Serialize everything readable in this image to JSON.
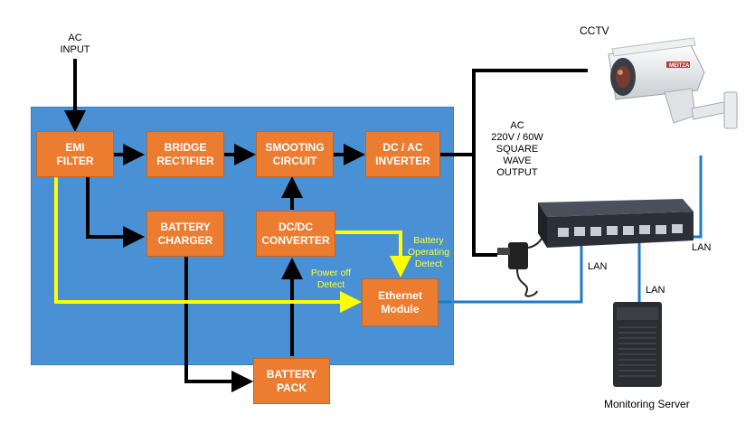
{
  "inputs": {
    "ac_input": "AC\nINPUT"
  },
  "blocks": {
    "emi_filter": "EMI\nFILTER",
    "bridge_rectifier": "BRIDGE\nRECTIFIER",
    "smoothing_circuit": "SMOOTING\nCIRCUIT",
    "dc_ac_inverter": "DC / AC\nINVERTER",
    "battery_charger": "BATTERY\nCHARGER",
    "dc_dc_converter": "DC/DC\nCONVERTER",
    "ethernet_module": "Ethernet\nModule",
    "battery_pack": "BATTERY\nPACK"
  },
  "signals": {
    "battery_operating_detect": "Battery\nOperating\nDetect",
    "power_off_detect": "Power off\nDetect"
  },
  "output_label": "AC\n220V / 60W\nSQUARE\nWAVE\nOUTPUT",
  "devices": {
    "cctv": "CCTV",
    "monitoring_server": "Monitoring Server",
    "cctv_brand": "MEITZA"
  },
  "links": {
    "lan": "LAN"
  },
  "colors": {
    "panel": "#4a90d4",
    "block": "#ec7d30",
    "signal": "#ffff00",
    "lan_cable": "#1f7ac4",
    "power_line": "#000000"
  }
}
